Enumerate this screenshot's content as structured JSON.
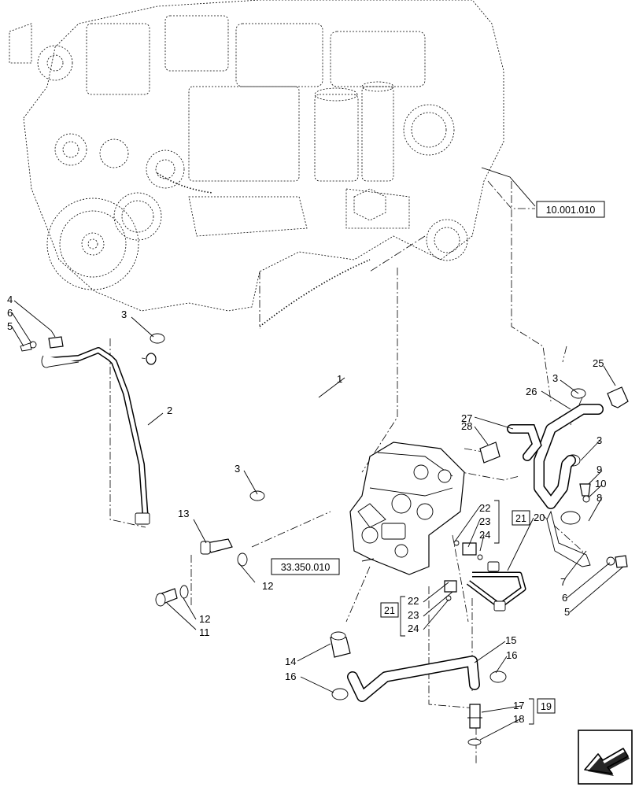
{
  "refs": {
    "engine": "10.001.010",
    "compressor": "33.350.010"
  },
  "callouts": {
    "c1": "1",
    "c2": "2",
    "c3a": "3",
    "c3b": "3",
    "c3c": "3",
    "c3d": "3",
    "c4": "4",
    "c5a": "5",
    "c5b": "5",
    "c6a": "6",
    "c6b": "6",
    "c7": "7",
    "c8": "8",
    "c9": "9",
    "c10": "10",
    "c11": "11",
    "c12a": "12",
    "c12b": "12",
    "c13": "13",
    "c14": "14",
    "c15": "15",
    "c16a": "16",
    "c16b": "16",
    "c17": "17",
    "c18": "18",
    "c20": "20",
    "c22a": "22",
    "c22b": "22",
    "c23a": "23",
    "c23b": "23",
    "c24a": "24",
    "c24b": "24",
    "c25": "25",
    "c26": "26",
    "c27": "27",
    "c28": "28"
  },
  "groups": {
    "g21a": "21",
    "g21b": "21",
    "g19": "19"
  },
  "icons": {
    "nav": "arrow-left-icon"
  }
}
